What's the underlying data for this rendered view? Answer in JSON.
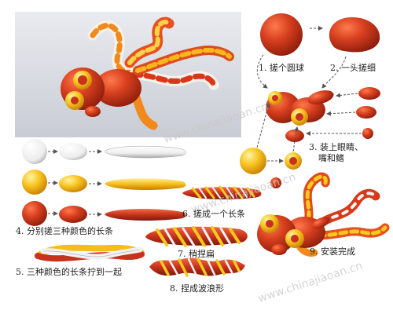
{
  "steps": [
    {
      "number": "1.",
      "text": "搓个圆球"
    },
    {
      "number": "2.",
      "text": "一头搓细"
    },
    {
      "number": "3.",
      "text": "装上眼睛、"
    },
    {
      "number": "",
      "text": "嘴和鳍"
    },
    {
      "number": "4.",
      "text": "分别搓三种颜色的长条"
    },
    {
      "number": "5.",
      "text": "三种颜色的长条拧到一起"
    },
    {
      "number": "6.",
      "text": "搓成一个长条"
    },
    {
      "number": "7.",
      "text": "稍捏扁"
    },
    {
      "number": "8.",
      "text": "捏成波浪形"
    },
    {
      "number": "9.",
      "text": "安装完成"
    }
  ],
  "watermark": "www.chinajiaoan.cn",
  "colors": {
    "red": "#c8321c",
    "red_dark": "#8d1d0c",
    "orange": "#f08a1c",
    "yellow": "#f7c21e",
    "white": "#f7f7f7",
    "photo_bg": "#e2e4e9"
  }
}
